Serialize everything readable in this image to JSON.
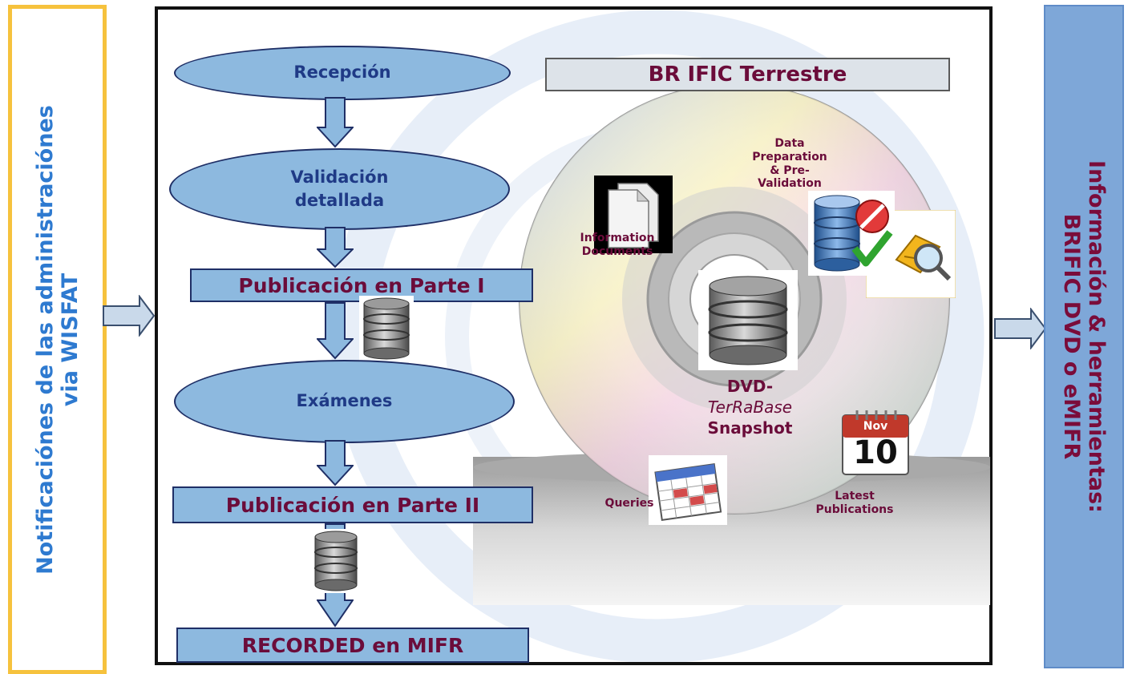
{
  "left_panel": {
    "line1": "Notificaciónes de las administraciónes",
    "line2": "via WISFAT"
  },
  "right_panel": {
    "line1": "Información & herramientas:",
    "line2": "BRIFIC DVD o eMIFR"
  },
  "flow": {
    "recepcion": "Recepción",
    "validacion_1": "Validación",
    "validacion_2": "detallada",
    "parte1": "Publicación en Parte I",
    "examenes": "Exámenes",
    "parte2": "Publicación en Parte II",
    "recorded": "RECORDED en MIFR"
  },
  "dvd": {
    "title": "BR IFIC Terrestre",
    "data_prep": [
      "Data",
      "Preparation",
      "& Pre-",
      "Validation"
    ],
    "info_docs": [
      "Information",
      "Documents"
    ],
    "center_1": "DVD-",
    "center_2": "TerRaBase",
    "center_3": "Snapshot",
    "queries": "Queries",
    "latest": [
      "Latest",
      "Publications"
    ],
    "calendar_month": "Nov",
    "calendar_day": "10"
  },
  "colors": {
    "flow_fill": "#8db9df",
    "flow_text": "#1f3a86",
    "maroon": "#6b0c3a",
    "left_border": "#f6c23d",
    "right_fill": "#7ea7d8"
  }
}
